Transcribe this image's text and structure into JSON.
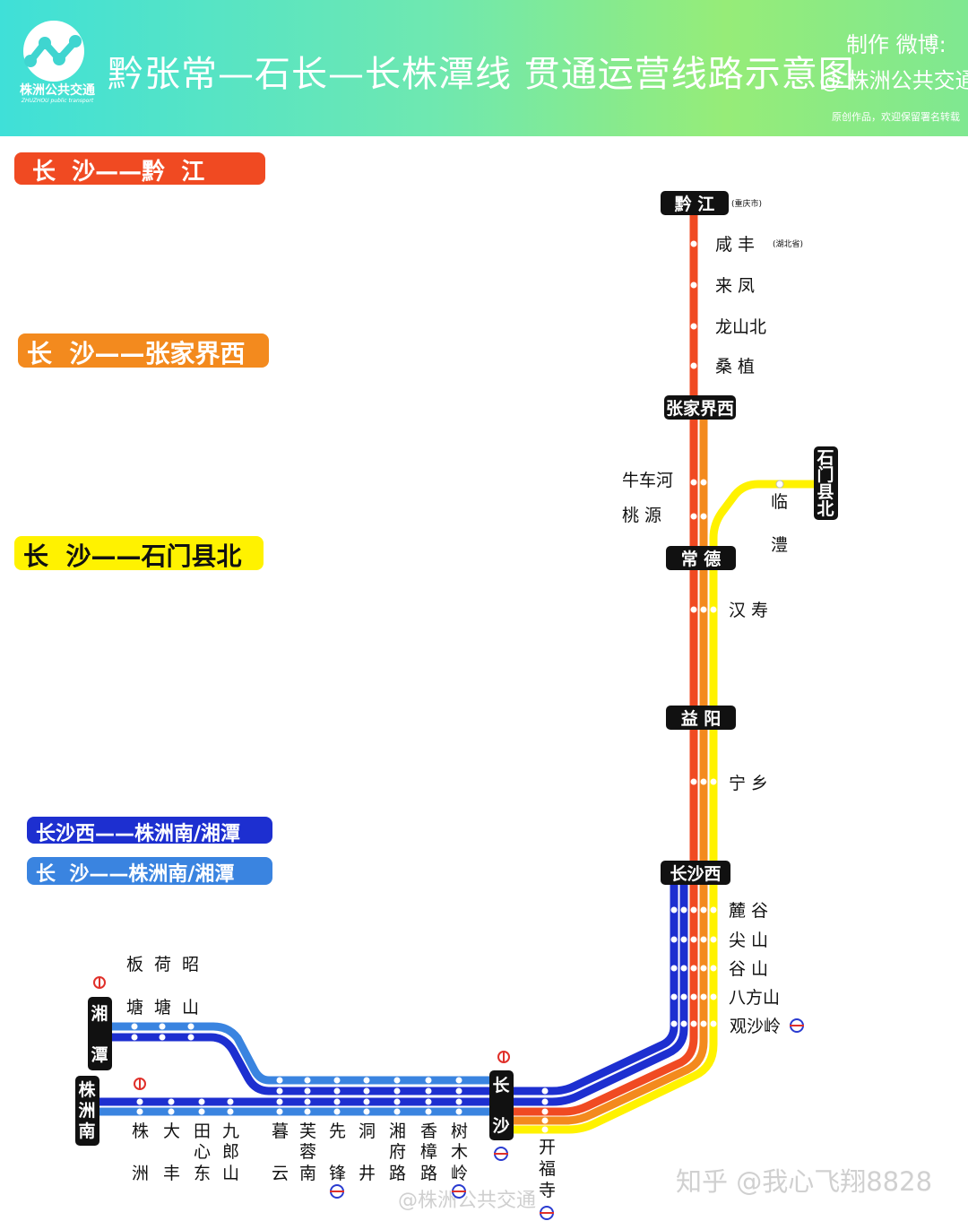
{
  "header": {
    "title": "黔张常—石长—长株潭线 贯通运营线路示意图",
    "maker_label": "制作 微博:",
    "weibo_account": "@ 株洲公共交通",
    "notice": "原创作品，欢迎保留署名转载",
    "logo_name": "株洲公共交通",
    "logo_en": "ZHUZHOU public transport"
  },
  "legend": [
    {
      "label": "长  沙——黔  江",
      "color": "#f04a22"
    },
    {
      "label": "长  沙——张家界西",
      "color": "#f38a1e"
    },
    {
      "label": "长  沙——石门县北",
      "color": "#fff200"
    },
    {
      "label": "长沙西——株洲南/湘潭",
      "color": "#1d2fd0"
    },
    {
      "label": "长  沙——株洲南/湘潭",
      "color": "#3a84e0"
    }
  ],
  "stations": {
    "qianjiang": "黔  江",
    "qianjiang_note": "(重庆市)",
    "xianfeng": "咸  丰",
    "xianfeng_note": "(湖北省)",
    "laifeng": "来  凤",
    "longshanbei": "龙山北",
    "sangzhi": "桑  植",
    "zhangjiajiexi": "张家界西",
    "niuchehe": "牛车河",
    "taoyuan": "桃  源",
    "shimen_1": "石",
    "shimen_2": "门",
    "shimen_3": "县",
    "shimen_4": "北",
    "linli_1": "临",
    "linli_2": "澧",
    "changde": "常  德",
    "hanshou": "汉  寿",
    "yiyang": "益  阳",
    "ningxiang": "宁  乡",
    "changshaxi": "长沙西",
    "lugu": "麓  谷",
    "jianshan": "尖  山",
    "gushan": "谷  山",
    "bafangshan": "八方山",
    "guanshaling": "观沙岭",
    "changsha_1": "长",
    "changsha_2": "沙",
    "kaifusi_1": "开",
    "kaifusi_2": "福",
    "kaifusi_3": "寺",
    "xiangtan_1": "湘",
    "xiangtan_2": "潭",
    "zhuzhounan_1": "株",
    "zhuzhounan_2": "洲",
    "zhuzhounan_3": "南",
    "bantang_1": "板",
    "bantang_2": "塘",
    "hetang_1": "荷",
    "hetang_2": "塘",
    "zhaoshan_1": "昭",
    "zhaoshan_2": "山",
    "zhuzhou_1": "株",
    "zhuzhou_2": "洲",
    "dafeng_1": "大",
    "dafeng_2": "丰",
    "tianxindong_1": "田",
    "tianxindong_2": "心",
    "tianxindong_3": "东",
    "jiulangshan_1": "九",
    "jiulangshan_2": "郎",
    "jiulangshan_3": "山",
    "muyun_1": "暮",
    "muyun_2": "云",
    "furongnan_1": "芙",
    "furongnan_2": "蓉",
    "furongnan_3": "南",
    "xianfeng2_1": "先",
    "xianfeng2_2": "锋",
    "dongjing_1": "洞",
    "dongjing_2": "井",
    "xiangfulu_1": "湘",
    "xiangfulu_2": "府",
    "xiangfulu_3": "路",
    "xiangzhanglu_1": "香",
    "xiangzhanglu_2": "樟",
    "xiangzhanglu_3": "路",
    "shumuling_1": "树",
    "shumuling_2": "木",
    "shumuling_3": "岭"
  },
  "watermark": {
    "weibo": "@株洲公共交通",
    "zhihu": "知乎 @我心飞翔8828"
  },
  "colors": {
    "red": "#f04a22",
    "orange": "#f38a1e",
    "yellow": "#fff200",
    "navy": "#1d2fd0",
    "blue": "#3a84e0",
    "badge": "#111111"
  }
}
